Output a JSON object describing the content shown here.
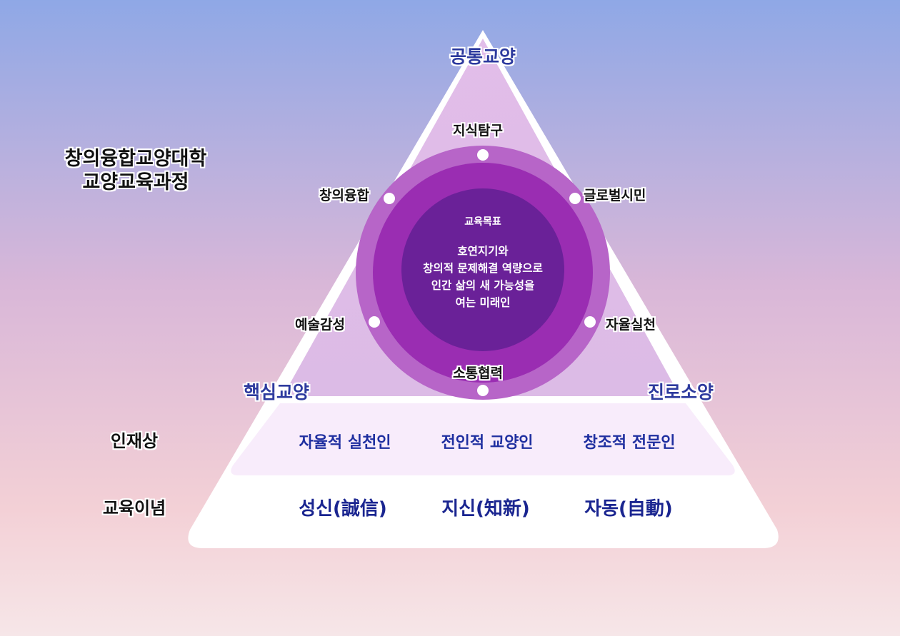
{
  "title_lines": [
    "창의융합교양대학",
    "교양교육과정"
  ],
  "left_labels": {
    "talent": "인재상",
    "philosophy": "교육이념"
  },
  "corners": {
    "top": "공통교양",
    "left": "핵심교양",
    "right": "진로소양"
  },
  "goals": {
    "top": "지식탐구",
    "upper_left": "창의융합",
    "upper_right": "글로벌시민",
    "lower_left": "예술감성",
    "lower_right": "자율실천",
    "bottom": "소통협력"
  },
  "center": {
    "heading": "교육목표",
    "lines": [
      "호연지기와",
      "창의적 문제해결 역량으로",
      "인간 삶의 새 가능성을",
      "여는 미래인"
    ]
  },
  "talents": [
    "자율적 실천인",
    "전인적 교양인",
    "창조적 전문인"
  ],
  "ideals": [
    {
      "label": "성신",
      "hanja": "(誠信)"
    },
    {
      "label": "지신",
      "hanja": "(知新)"
    },
    {
      "label": "자동",
      "hanja": "(自動)"
    }
  ],
  "colors": {
    "sky_top": "#8fa8e6",
    "sky_bottom": "#f6dde0",
    "triangle_upper": "#ddb8e6",
    "outer_ring": "#b765c8",
    "middle_ring": "#9a2db2",
    "inner_circle": "#6a2198",
    "band_talent": "#f8ecfb",
    "band_ideal": "#ffffff",
    "accent_blue": "#2d3a9e"
  }
}
